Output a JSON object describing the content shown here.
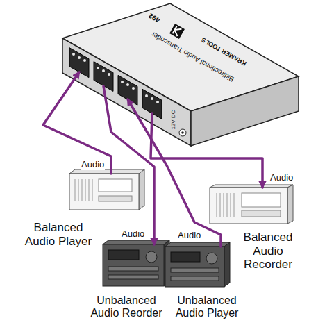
{
  "diagram": {
    "nodes": [
      {
        "text": [
          "492",
          "KRAMER TOOLS",
          "Bidirectional Audio Transcoder"
        ]
      },
      {
        "text": [
          "Audio",
          "Balanced Audio Player"
        ]
      },
      {
        "text": [
          "Audio",
          "Balanced Audio Recorder"
        ]
      },
      {
        "text": [
          "Audio",
          "Unbalanced Audio Reorder"
        ]
      },
      {
        "text": [
          "Audio",
          "Unbalanced Audio Player"
        ]
      }
    ],
    "edges": [
      {
        "from": 1,
        "to": 0,
        "arrow": "to"
      },
      {
        "from": 0,
        "to": 2,
        "arrow": "to"
      },
      {
        "from": 0,
        "to": 3,
        "arrow": "to"
      },
      {
        "from": 4,
        "to": 0,
        "arrow": "to"
      }
    ],
    "labels": [
      "12V DC"
    ]
  }
}
